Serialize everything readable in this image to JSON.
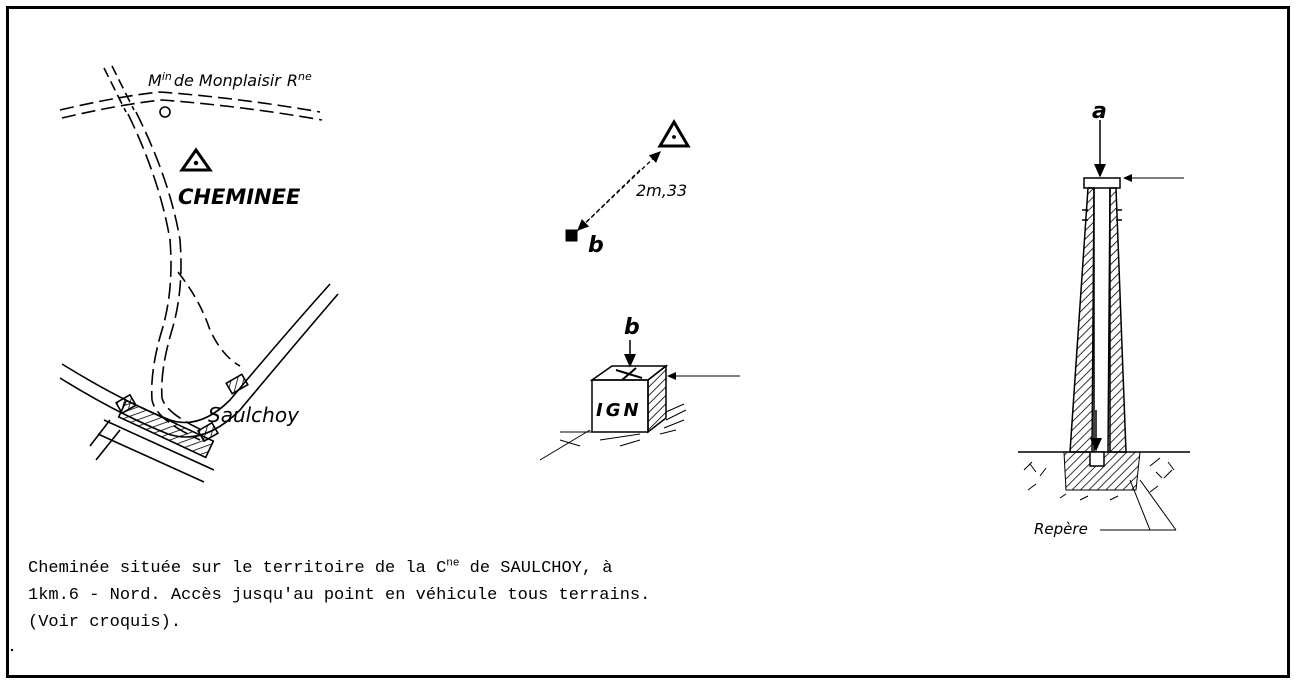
{
  "map_sketch": {
    "mill_label_prefix": "M",
    "mill_label_sup": "in",
    "mill_label_rest": "de Monplaisir",
    "ruin_abbrev": "R",
    "ruin_abbrev_sup": "ne",
    "landmark_label": "CHEMINEE",
    "village_label": "Saulchoy"
  },
  "offset_sketch": {
    "distance_label": "2m,33",
    "point_label": "b"
  },
  "marker_sketch": {
    "point_label": "b",
    "marker_text": "IGN"
  },
  "chimney_sketch": {
    "point_label": "a",
    "reference_label": "Repère"
  },
  "description": {
    "line1_a": "Cheminée située sur le territoire de la C",
    "line1_sup": "ne",
    "line1_b": " de SAULCHOY, à",
    "line2": "1km.6 - Nord. Accès jusqu'au point en véhicule tous terrains.",
    "line3": "(Voir croquis)."
  }
}
